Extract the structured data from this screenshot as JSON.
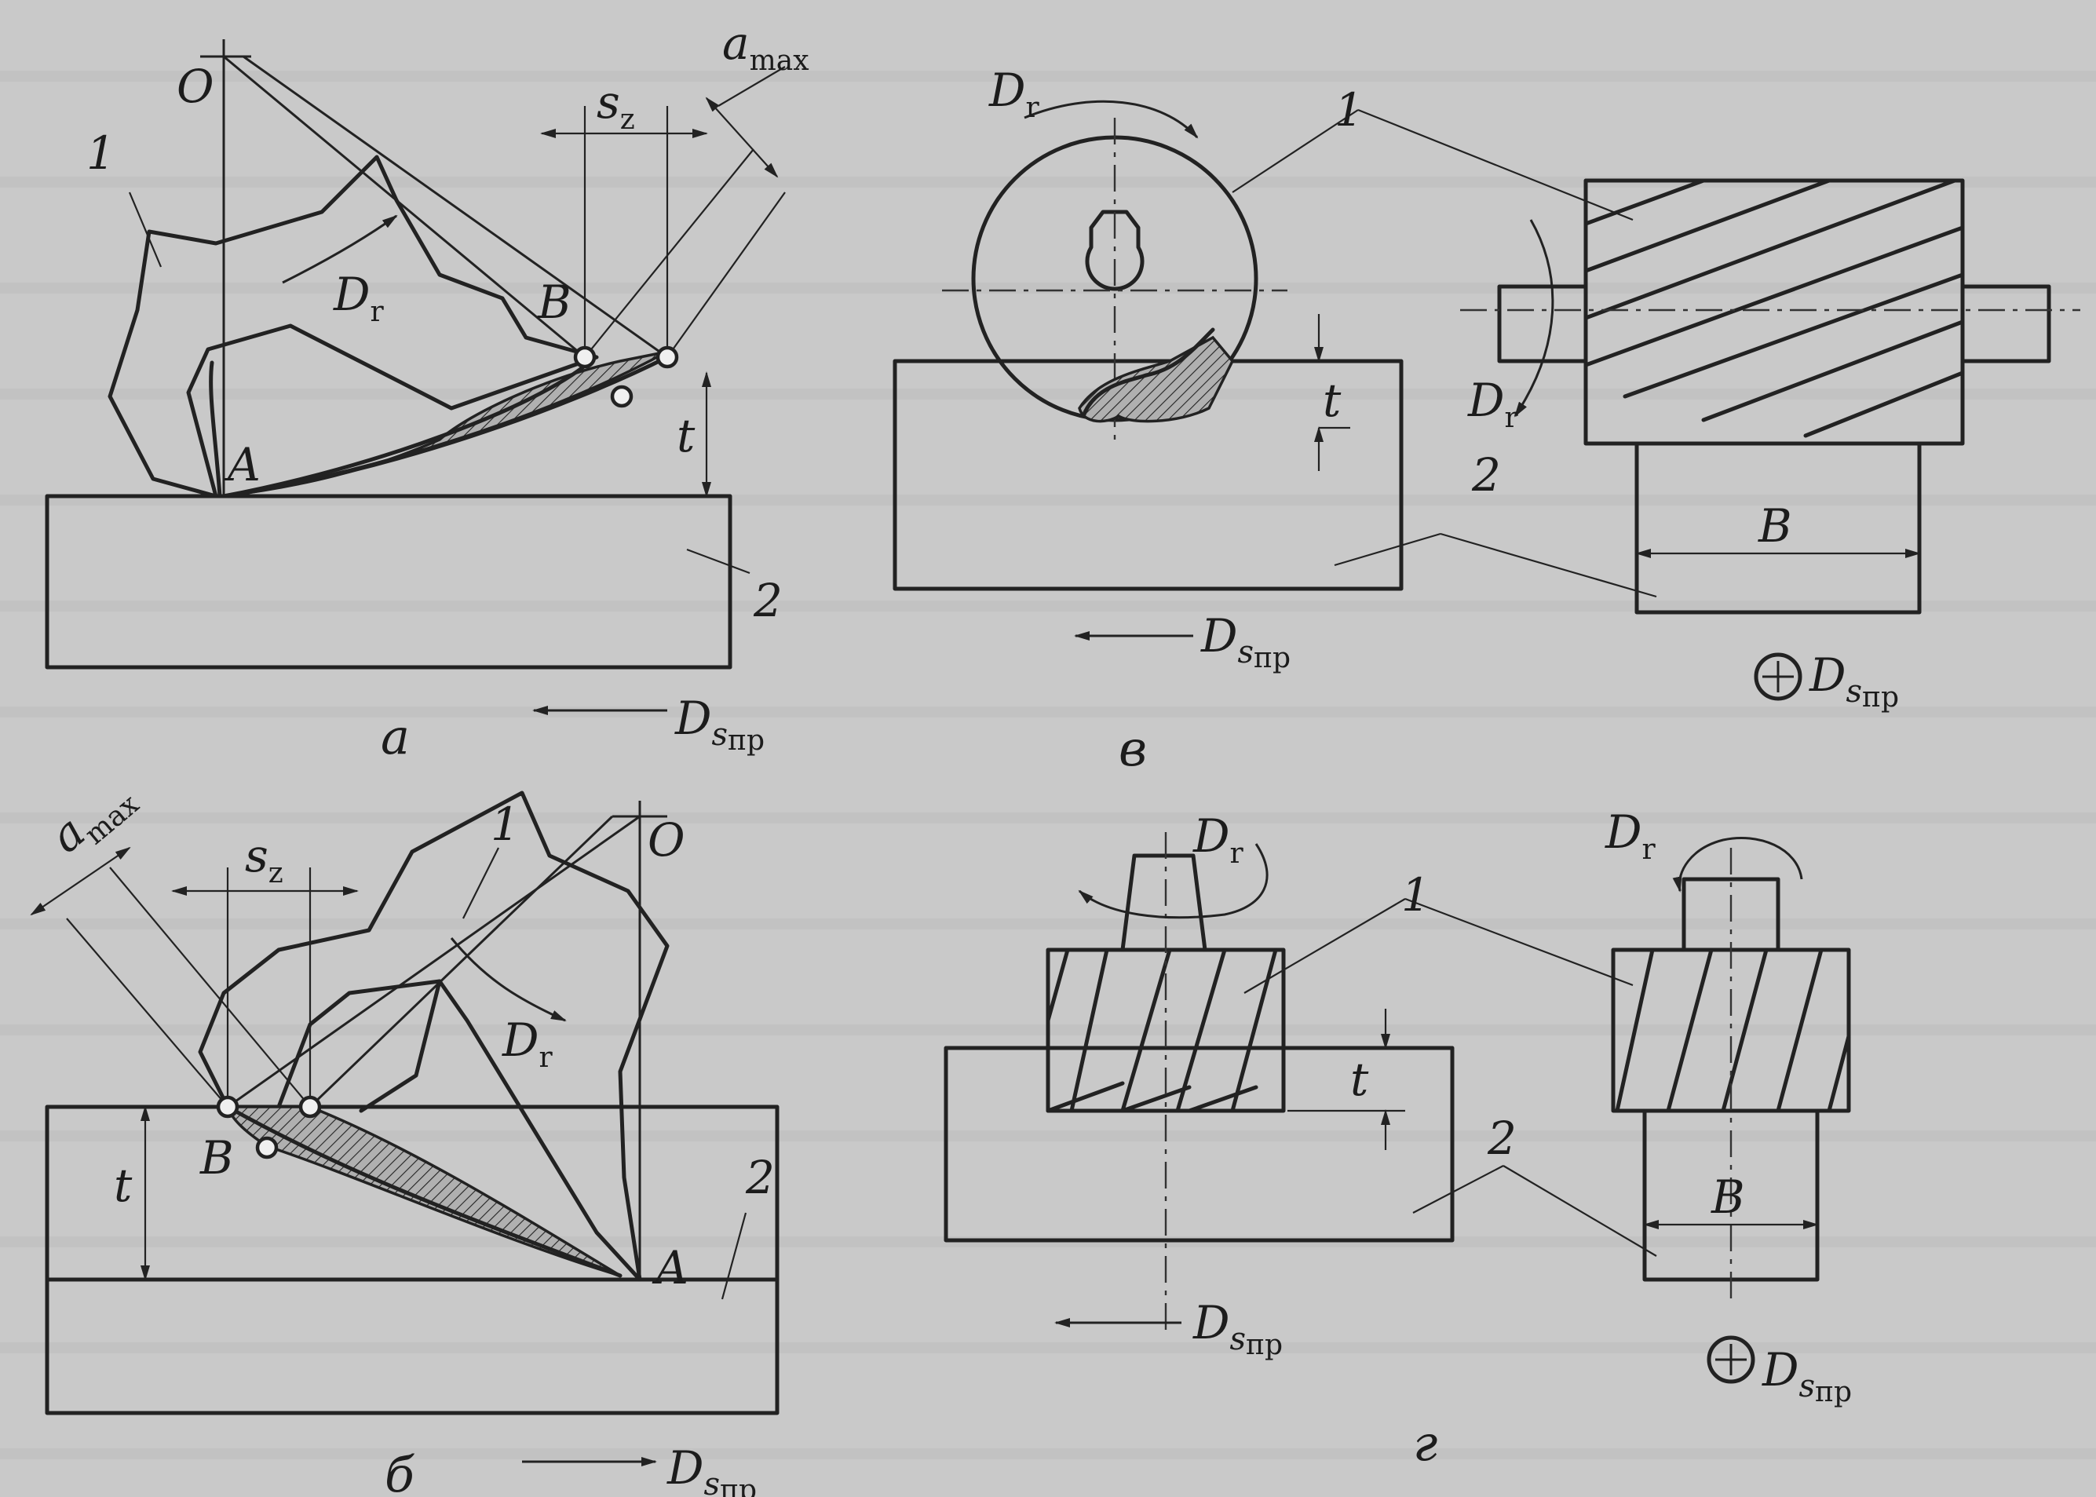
{
  "labels": {
    "O": "O",
    "one": "1",
    "two": "2",
    "Dr": "D",
    "Dr_sub": "r",
    "A": "A",
    "B": "B",
    "t": "t",
    "sz": "s",
    "sz_sub": "z",
    "amax": "a",
    "amax_sub": "max",
    "Ds": "D",
    "Ds_s": "s",
    "Ds_sub": "пр"
  },
  "captions": {
    "a": "а",
    "b": "б",
    "v": "в",
    "g": "г"
  },
  "colors": {
    "ink": "#222222",
    "paper": "#c9c9c9",
    "shade": "#d6d6d6"
  }
}
